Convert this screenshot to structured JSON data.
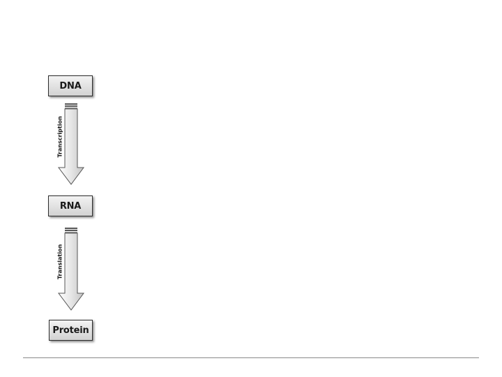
{
  "diagram": {
    "nodes": {
      "dna": "DNA",
      "rna": "RNA",
      "protein": "Protein"
    },
    "steps": {
      "transcription": "Transcription",
      "translation": "Translation"
    }
  },
  "colors": {
    "box_fill_top": "#f3f3f3",
    "box_fill_bottom": "#d2d2d2",
    "box_border": "#2c2c2c",
    "arrow_fill": "#e0e0e0",
    "arrow_stroke": "#555555",
    "rule": "#8a8a8a"
  }
}
